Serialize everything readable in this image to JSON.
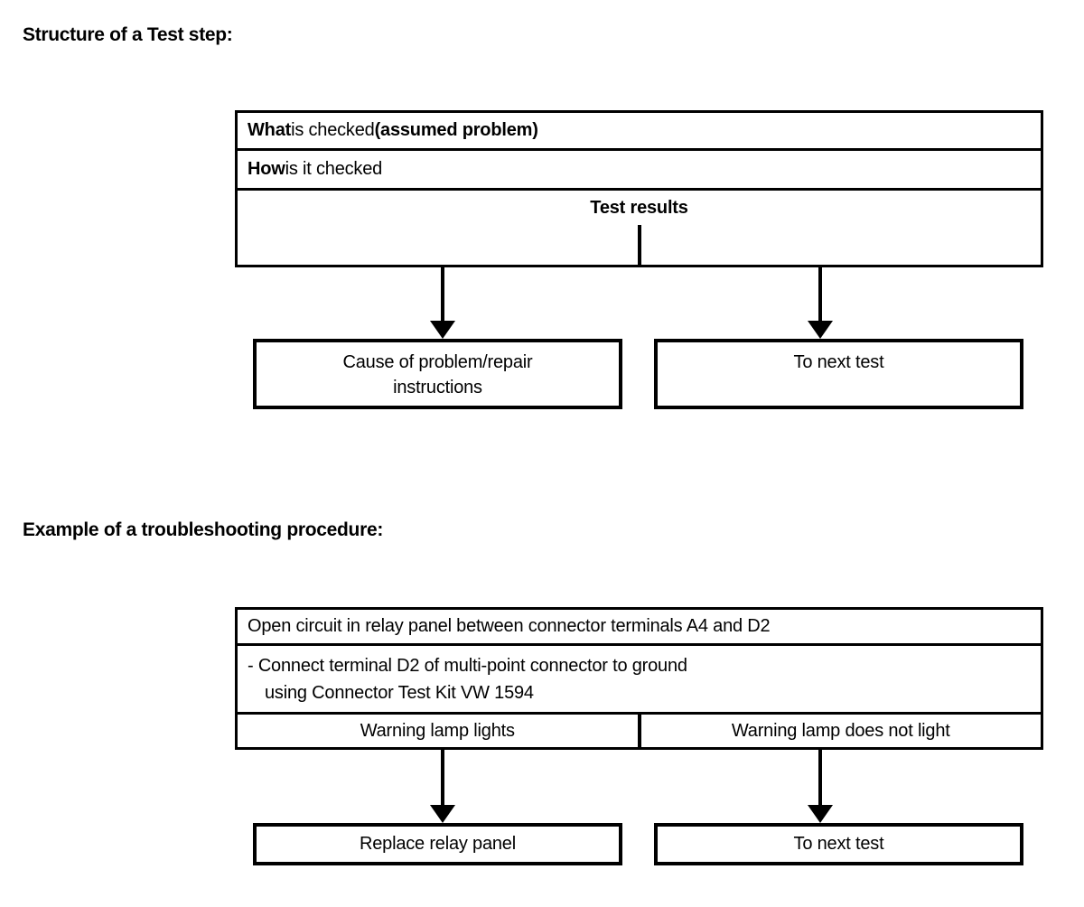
{
  "colors": {
    "ink": "#000000",
    "paper": "#ffffff"
  },
  "sections": {
    "structure_heading": "Structure of a Test step:",
    "example_heading": "Example of a troubleshooting procedure:"
  },
  "test_step_diagram": {
    "what_row": {
      "bold1": "What",
      "text": " is checked ",
      "bold2": "(assumed problem)"
    },
    "how_row": {
      "bold": "How",
      "text": " is it checked"
    },
    "results_label": "Test results",
    "cause_box_line1": "Cause of problem/repair",
    "cause_box_line2": "instructions",
    "next_test_box": "To next test"
  },
  "example_diagram": {
    "problem_row": "Open circuit in relay panel between connector terminals A4 and D2",
    "procedure_line1": "- Connect terminal D2 of multi-point connector to ground",
    "procedure_line2": "using Connector Test Kit VW 1594",
    "result_left": "Warning lamp lights",
    "result_right": "Warning lamp does not light",
    "replace_box": "Replace relay panel",
    "next_test_box": "To next test"
  }
}
